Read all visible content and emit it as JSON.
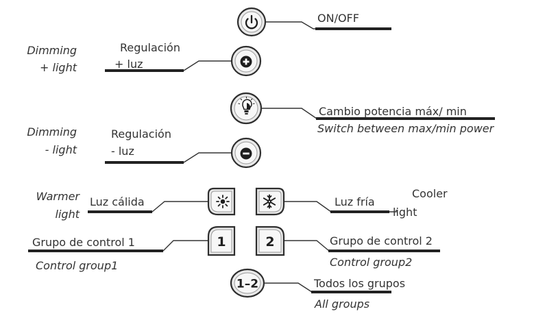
{
  "power": {
    "es": "ON/OFF"
  },
  "plus": {
    "en_line1": "Dimming",
    "en_line2": "+ light",
    "es_line1": "Regulación",
    "es_line2": "+ luz"
  },
  "bulb": {
    "es": "Cambio potencia máx/ min",
    "en": "Switch between max/min power"
  },
  "minus": {
    "en_line1": "Dimming",
    "en_line2": "- light",
    "es_line1": "Regulación",
    "es_line2": "- luz"
  },
  "warm": {
    "en_line1": "Warmer",
    "en_line2": "light",
    "es": "Luz cálida"
  },
  "cool": {
    "es": "Luz fría",
    "en_line1": "Cooler",
    "en_line2": "light"
  },
  "group1": {
    "button": "1",
    "es": "Grupo de control 1",
    "en": "Control group1"
  },
  "group2": {
    "button": "2",
    "es": "Grupo de control 2",
    "en": "Control group2"
  },
  "all": {
    "button": "1–2",
    "es": "Todos los grupos",
    "en": "All groups"
  },
  "icons": [
    "power-icon",
    "plus-icon",
    "bulb-icon",
    "minus-icon",
    "sun-icon",
    "snowflake-icon"
  ]
}
